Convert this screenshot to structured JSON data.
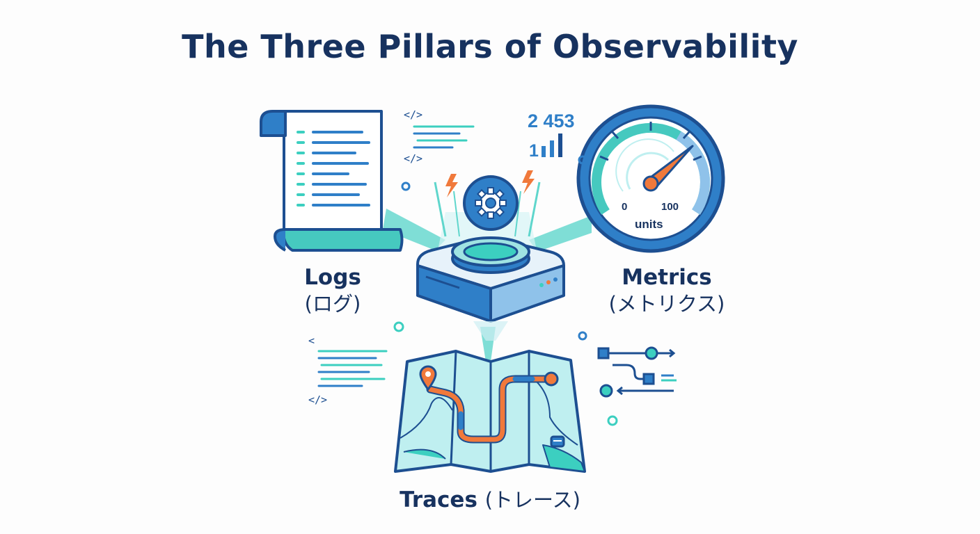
{
  "title": "The Three Pillars of Observability",
  "pillars": {
    "logs": {
      "name": "Logs",
      "jp": "(ログ)"
    },
    "metrics": {
      "name": "Metrics",
      "jp": "(メトリクス)"
    },
    "traces": {
      "name": "Traces",
      "jp": "(トレース)"
    }
  },
  "metrics_panel": {
    "counter": "2 453",
    "bar_prefix": "1",
    "gauge_min": "0",
    "gauge_max": "100",
    "gauge_unit": "units"
  },
  "code_tags": {
    "top": "</>",
    "bottom": "</>",
    "left_top": "<",
    "left_bottom": "</>"
  },
  "colors": {
    "navy": "#1d4f91",
    "blue": "#2f7fc8",
    "teal": "#3ccfc0",
    "light_teal": "#bfeff0",
    "orange": "#f0793b"
  }
}
